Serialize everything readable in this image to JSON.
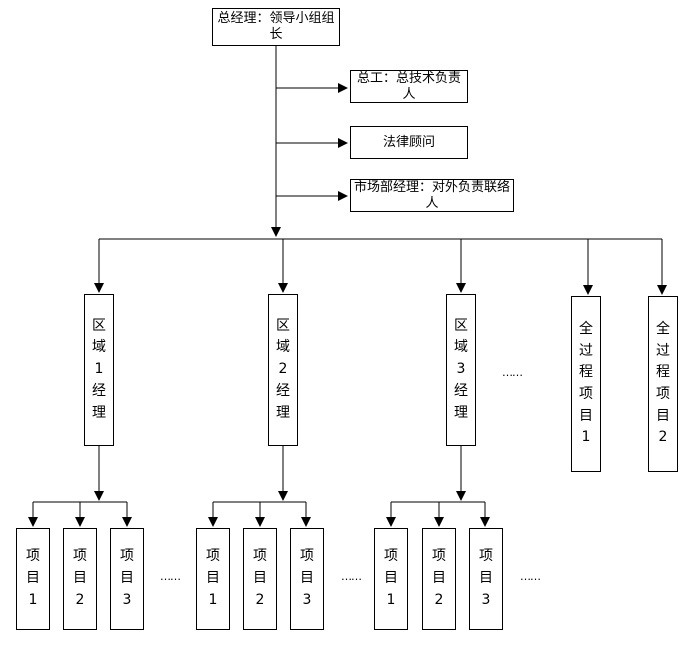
{
  "top": {
    "label": "总经理：领导小组组长"
  },
  "staff": [
    {
      "label": "总工：总技术负责人"
    },
    {
      "label": "法律顾问"
    },
    {
      "label": "市场部经理：对外负责联络人"
    }
  ],
  "managers": [
    {
      "label": "区域1经理"
    },
    {
      "label": "区域2经理"
    },
    {
      "label": "区域3经理"
    }
  ],
  "manager_ellipsis": "……",
  "full_process": [
    {
      "label": "全过程项目1"
    },
    {
      "label": "全过程项目2"
    }
  ],
  "projects": [
    {
      "label": "项目1"
    },
    {
      "label": "项目2"
    },
    {
      "label": "项目3"
    },
    {
      "label": "项目1"
    },
    {
      "label": "项目2"
    },
    {
      "label": "项目3"
    },
    {
      "label": "项目1"
    },
    {
      "label": "项目2"
    },
    {
      "label": "项目3"
    }
  ],
  "project_ellipsis": [
    "……",
    "……",
    "……"
  ]
}
